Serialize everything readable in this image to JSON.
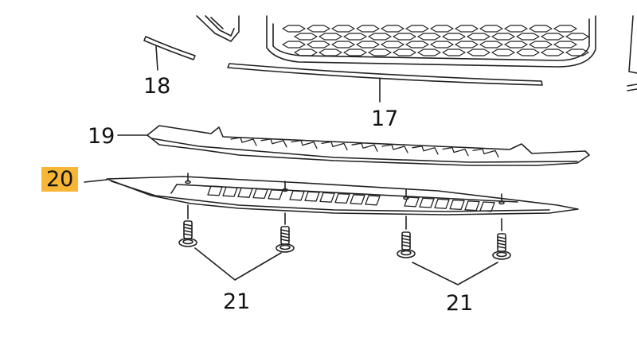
{
  "diagram": {
    "callouts": [
      {
        "id": "18",
        "label": "18",
        "highlighted": false
      },
      {
        "id": "17",
        "label": "17",
        "highlighted": false
      },
      {
        "id": "19",
        "label": "19",
        "highlighted": false
      },
      {
        "id": "20",
        "label": "20",
        "highlighted": true
      },
      {
        "id": "21a",
        "label": "21",
        "highlighted": false
      },
      {
        "id": "21b",
        "label": "21",
        "highlighted": false
      }
    ],
    "highlight_color": "#f7b634",
    "line_color": "#222222"
  }
}
